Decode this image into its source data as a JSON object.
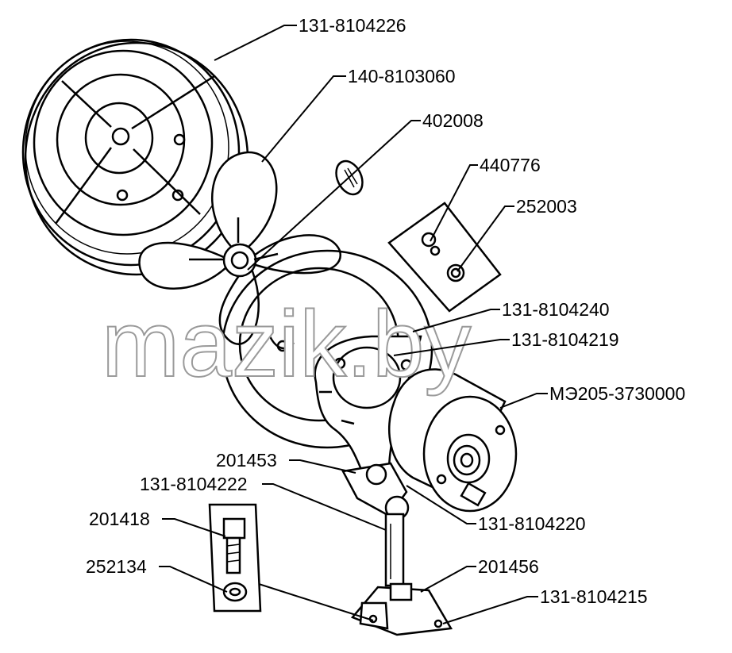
{
  "watermark": "mazik.by",
  "labels": {
    "grille": "131-8104226",
    "impeller": "140-8103060",
    "screw_402008": "402008",
    "part_440776": "440776",
    "part_252003": "252003",
    "part_131_8104240": "131-8104240",
    "part_131_8104219": "131-8104219",
    "motor": "МЭ205-3730000",
    "part_201453": "201453",
    "part_131_8104222": "131-8104222",
    "bolt": "201418",
    "washer": "252134",
    "part_131_8104220": "131-8104220",
    "nut": "201456",
    "bracket": "131-8104215"
  }
}
